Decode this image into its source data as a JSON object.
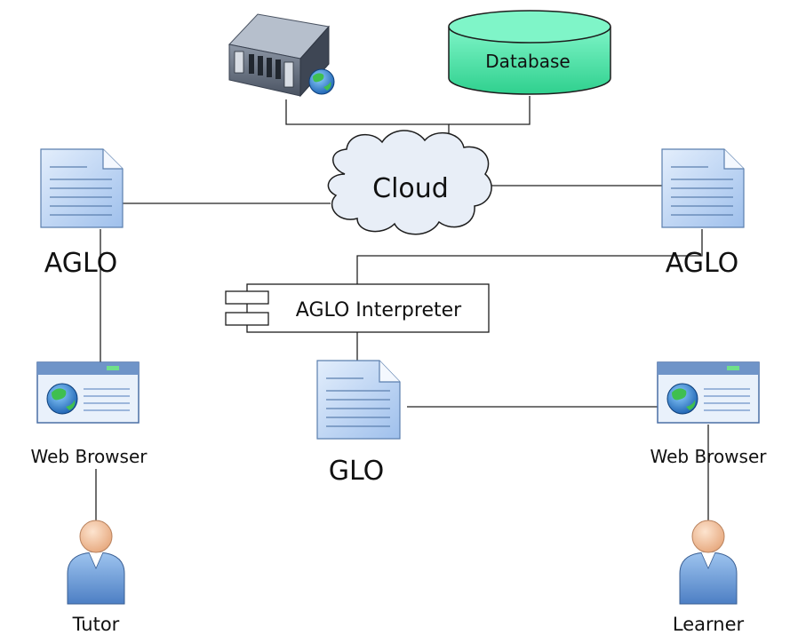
{
  "labels": {
    "database": "Database",
    "cloud": "Cloud",
    "aglo_left": "AGLO",
    "aglo_right": "AGLO",
    "interpreter": "AGLO Interpreter",
    "glo": "GLO",
    "browser_left": "Web Browser",
    "browser_right": "Web Browser",
    "tutor": "Tutor",
    "learner": "Learner"
  },
  "icons": {
    "server": "server-icon",
    "database": "database-icon",
    "cloud": "cloud-icon",
    "document": "document-icon",
    "component": "component-icon",
    "browser": "web-browser-icon",
    "user": "user-icon"
  },
  "colors": {
    "database_fill": "#3fe0a0",
    "document_fill": "#c9dcf7",
    "cloud_fill": "#e8eef7",
    "person_body": "#6f9ed6",
    "person_head": "#f3c7a6"
  }
}
